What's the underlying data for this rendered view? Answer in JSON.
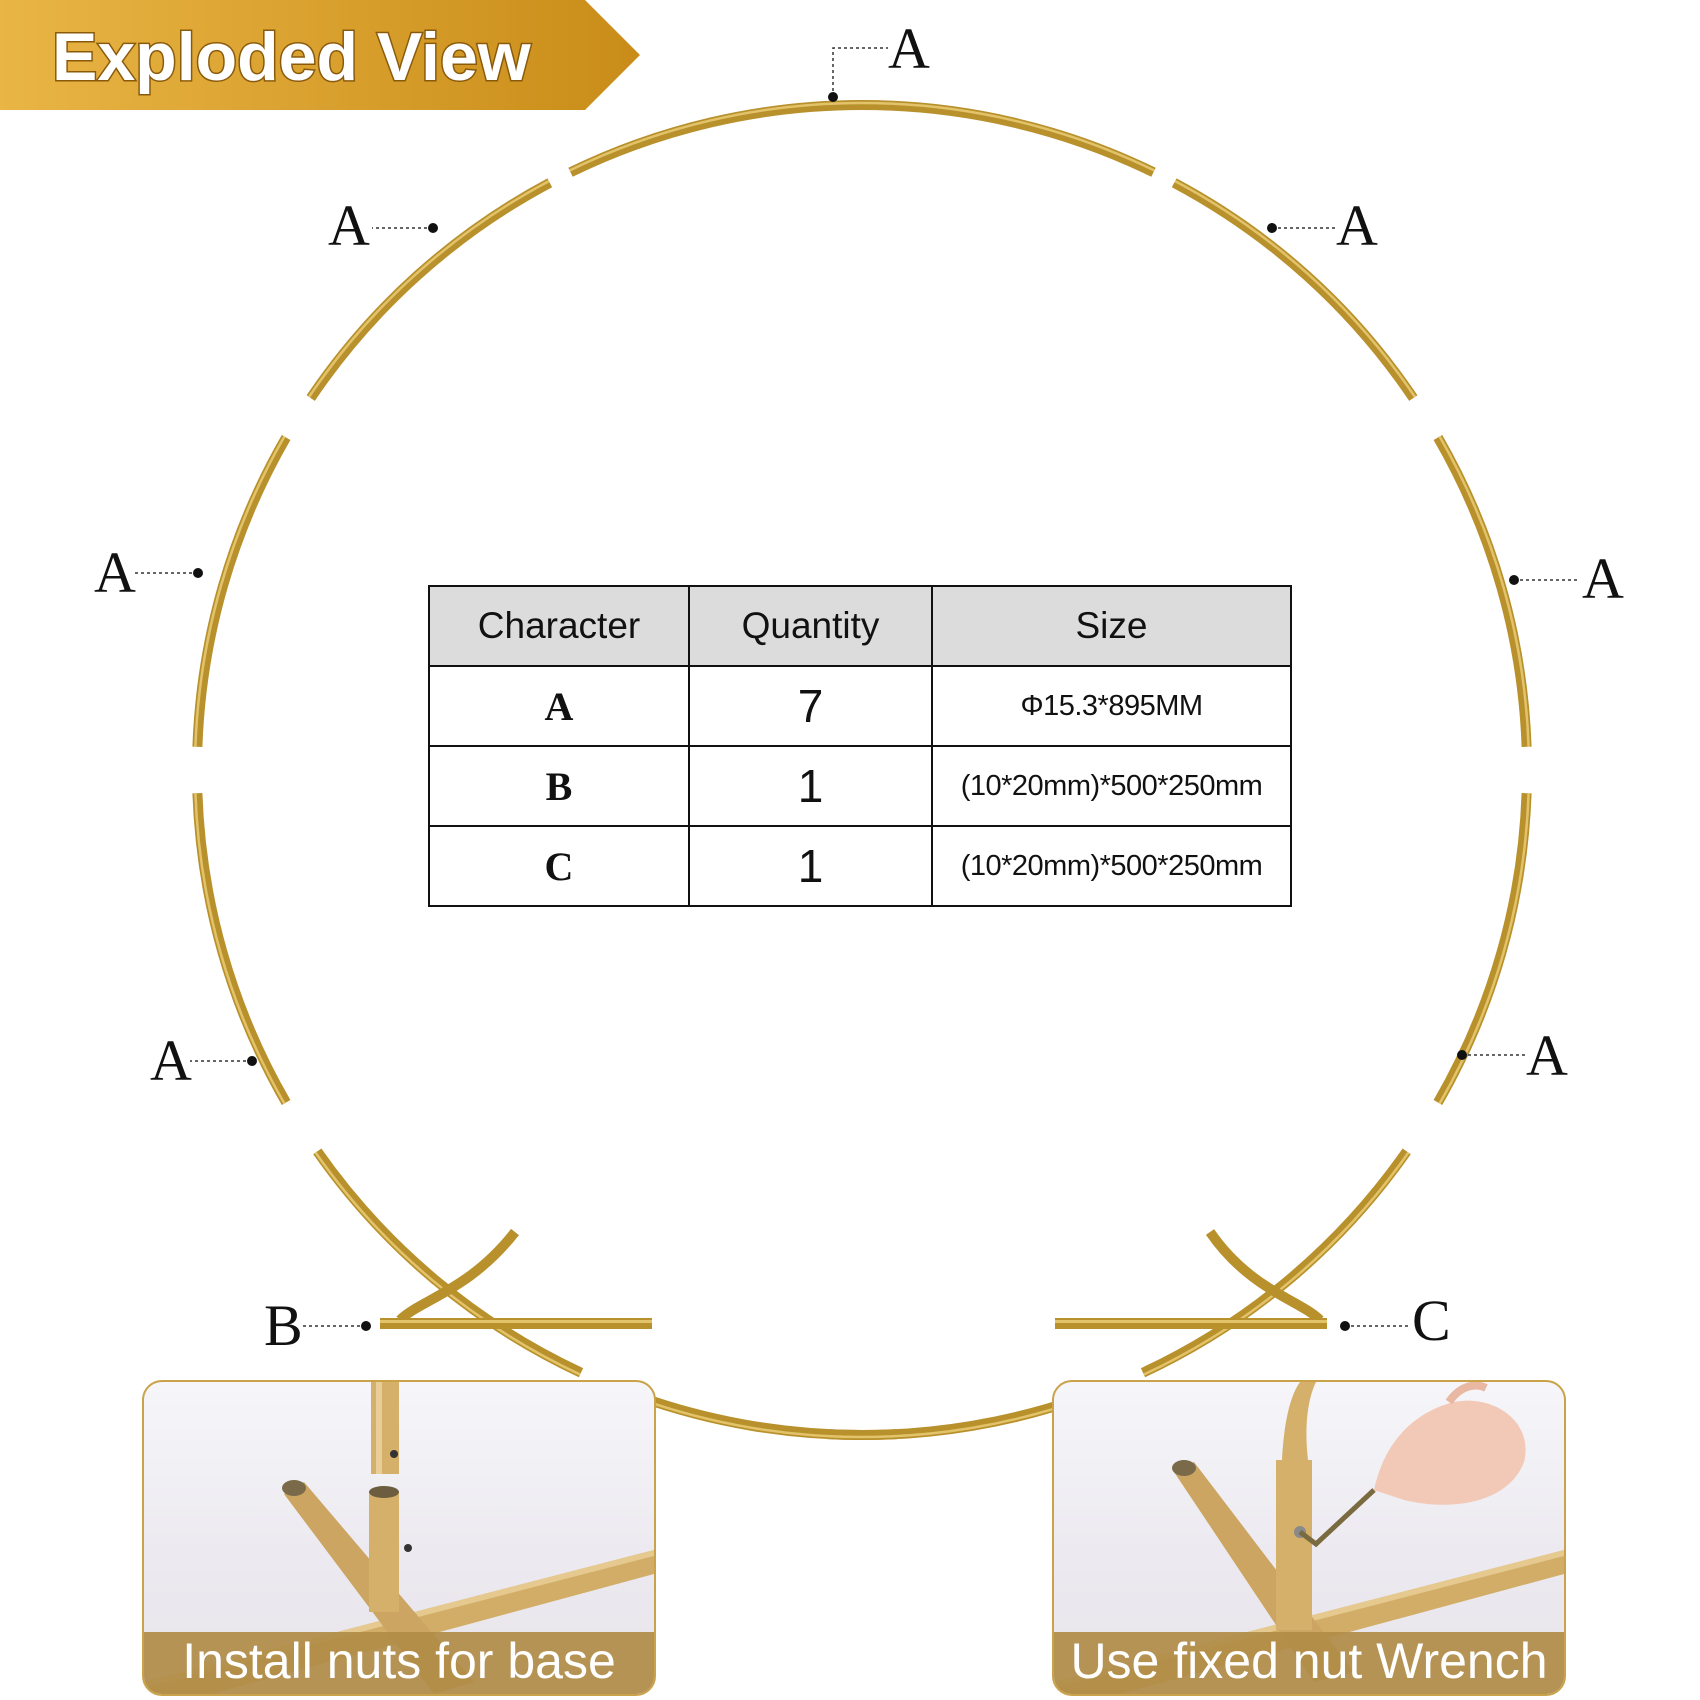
{
  "banner": {
    "title": "Exploded View",
    "color_from": "#e9b545",
    "color_to": "#c98c18"
  },
  "colors": {
    "tube": "#b8912c",
    "tube_highlight": "#e3c36a",
    "leader": "#111111"
  },
  "part_labels": {
    "top": "A",
    "upper_left": "A",
    "upper_right": "A",
    "mid_left": "A",
    "mid_right": "A",
    "lower_left": "A",
    "lower_right": "A",
    "base_left": "B",
    "base_right": "C"
  },
  "table": {
    "headers": [
      "Character",
      "Quantity",
      "Size"
    ],
    "rows": [
      {
        "character": "A",
        "quantity": "7",
        "size": "Φ15.3*895MM"
      },
      {
        "character": "B",
        "quantity": "1",
        "size": "(10*20mm)*500*250mm"
      },
      {
        "character": "C",
        "quantity": "1",
        "size": "(10*20mm)*500*250mm"
      }
    ]
  },
  "panels": {
    "left_caption": "Install nuts for base",
    "right_caption": "Use fixed nut Wrench"
  }
}
